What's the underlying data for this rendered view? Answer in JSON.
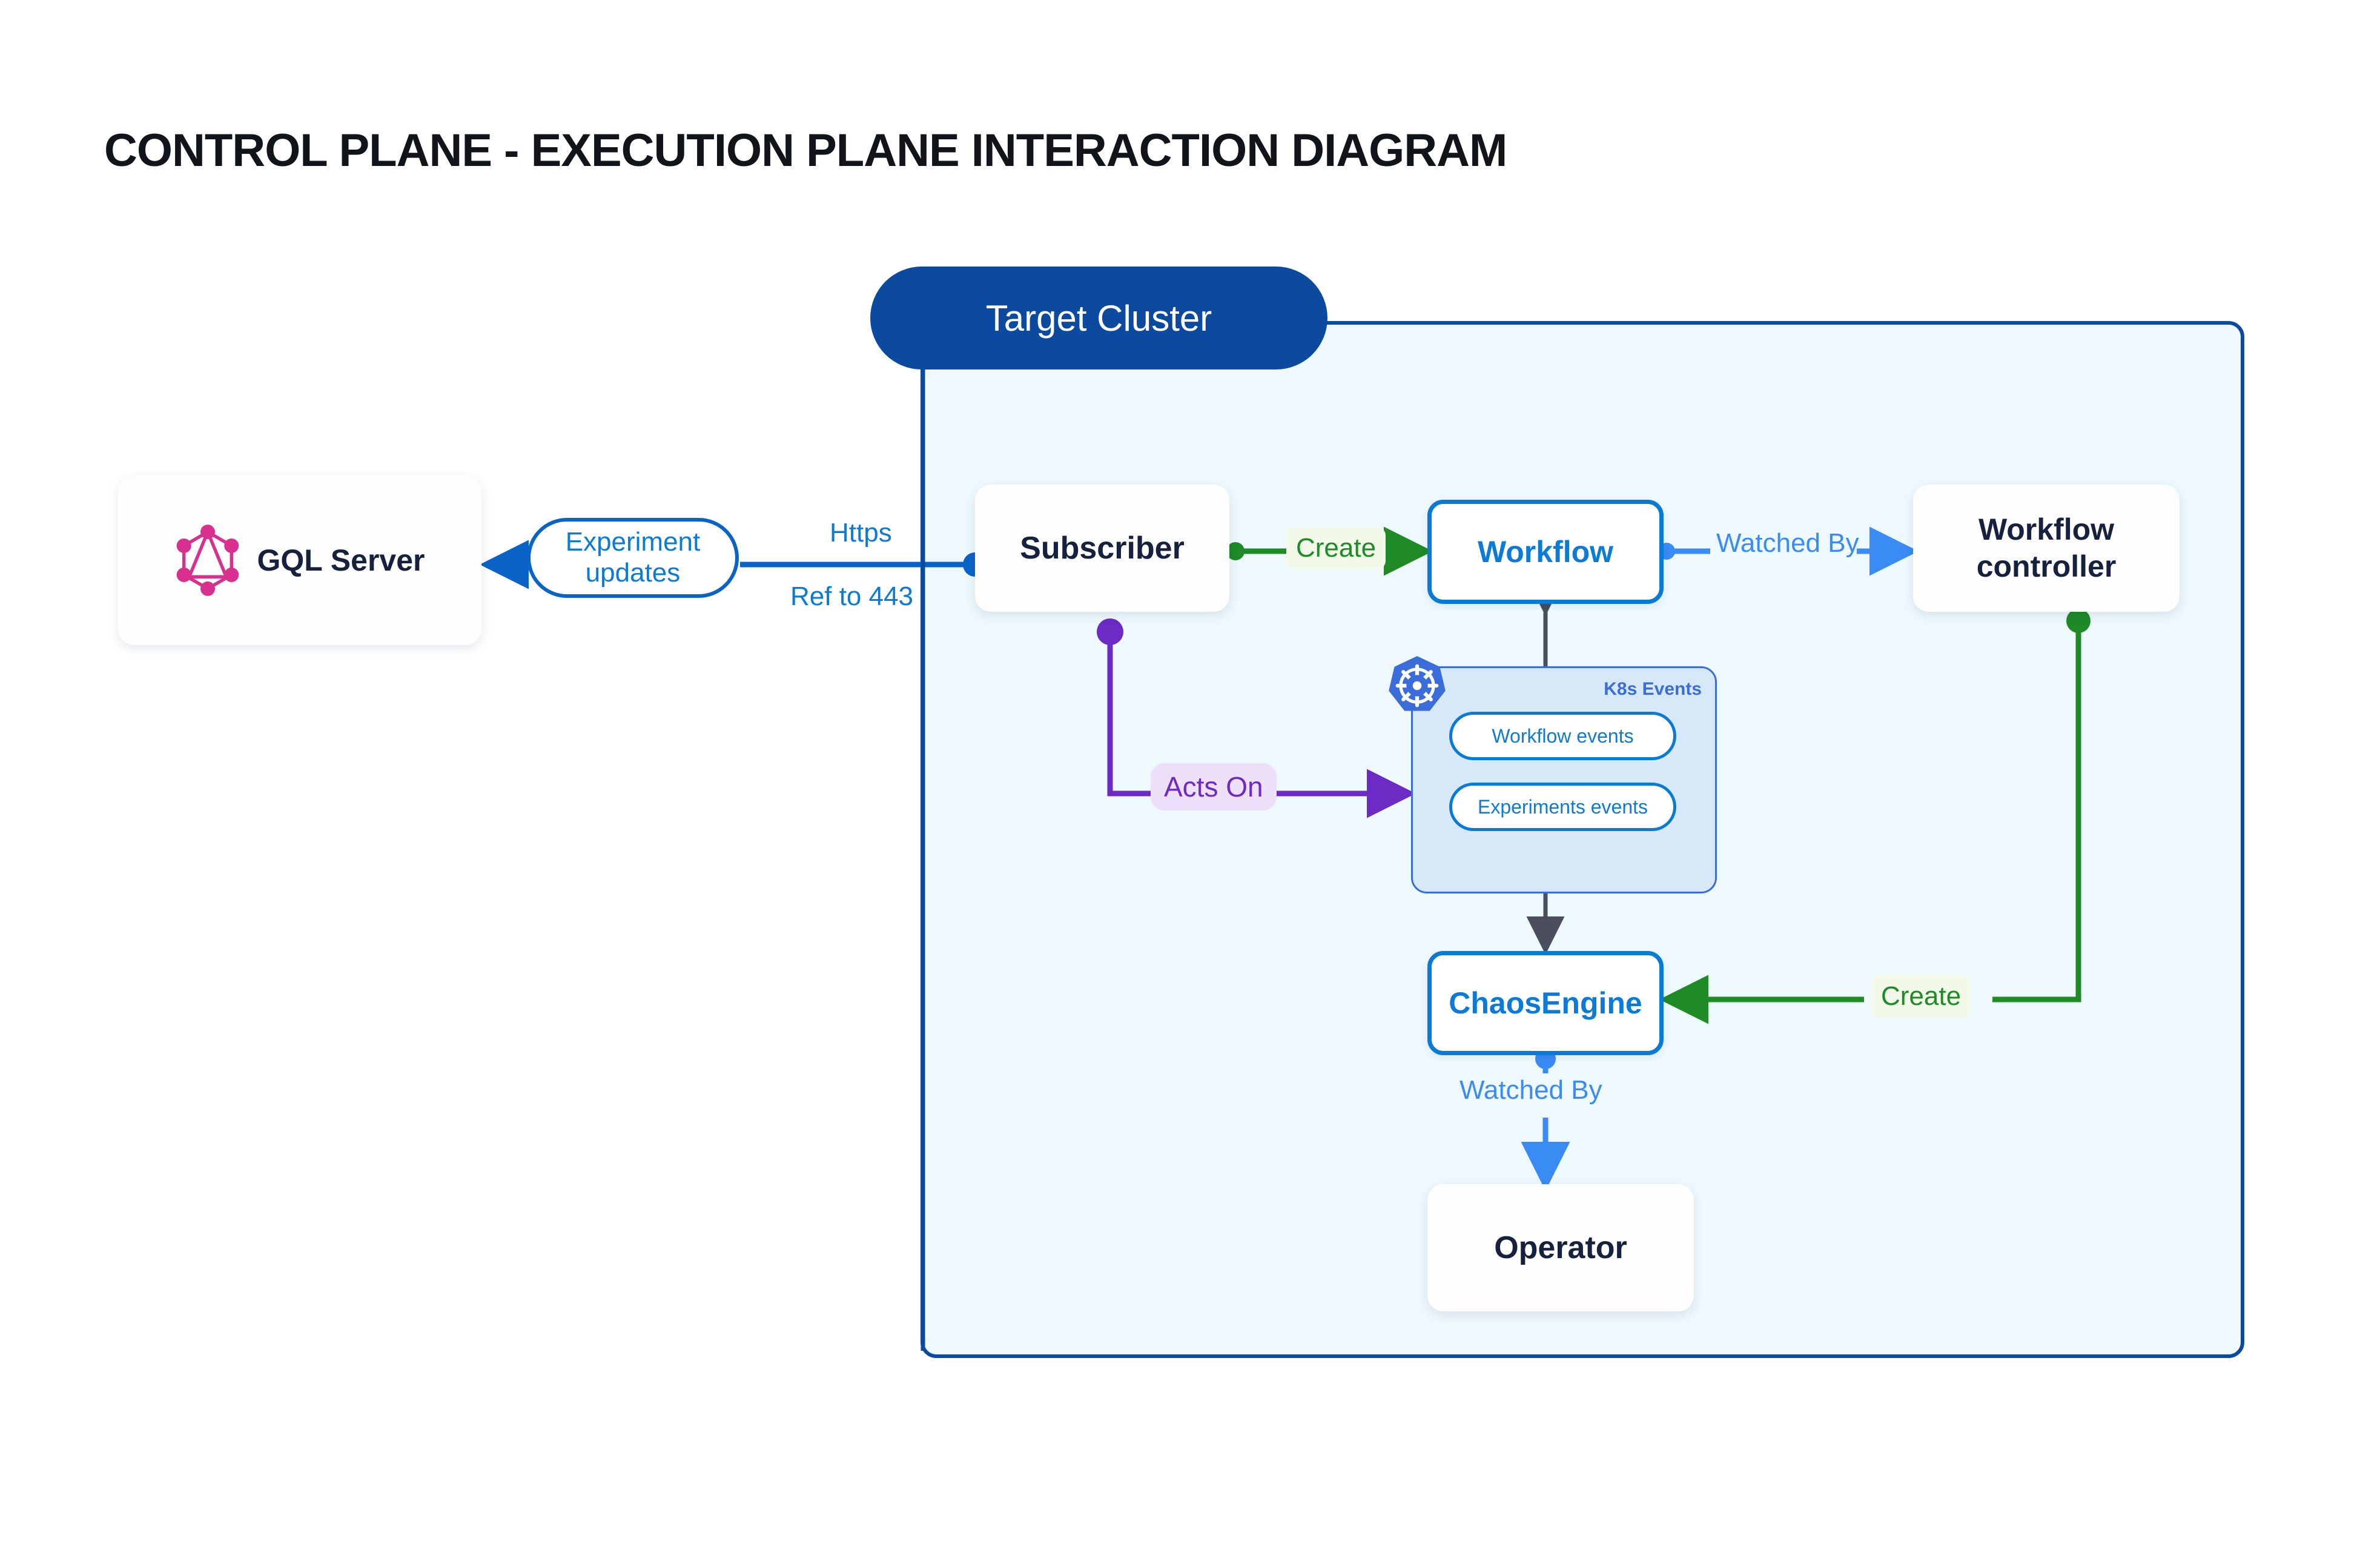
{
  "title": "CONTROL PLANE - EXECUTION PLANE INTERACTION DIAGRAM",
  "cluster": {
    "label": "Target Cluster"
  },
  "nodes": {
    "gql_server": {
      "label": "GQL Server",
      "icon": "graphql-logo"
    },
    "subscriber": {
      "label": "Subscriber"
    },
    "workflow": {
      "label": "Workflow"
    },
    "wf_controller": {
      "label": "Workflow controller",
      "line1": "Workflow",
      "line2": "controller"
    },
    "chaos_engine": {
      "label": "ChaosEngine"
    },
    "operator": {
      "label": "Operator"
    }
  },
  "k8s_panel": {
    "title": "K8s Events",
    "icon": "kubernetes-logo",
    "items": [
      {
        "label": "Workflow events"
      },
      {
        "label": "Experiments events"
      }
    ]
  },
  "edges": {
    "experiment_updates": {
      "label_line1": "Experiment",
      "label_line2": "updates"
    },
    "https": {
      "label": "Https"
    },
    "ref_to_443": {
      "label": "Ref to 443"
    },
    "create_workflow": {
      "label": "Create"
    },
    "watched_by_workflow": {
      "label": "Watched By"
    },
    "acts_on": {
      "label": "Acts On"
    },
    "create_chaosengine": {
      "label": "Create"
    },
    "watched_by_operator": {
      "label": "Watched By"
    }
  },
  "colors": {
    "title_text": "#111418",
    "cluster_fill": "#EDF9FD",
    "cluster_border": "#0B4A9E",
    "cluster_pill": "#0B4A9E",
    "node_text": "#16213E",
    "accent_blue": "#0C7BD8",
    "light_blue": "#3B8BF5",
    "green": "#1E8B27",
    "purple": "#6B2BC4",
    "graphql_pink": "#D8308F",
    "k8s_blue": "#3A6DD9",
    "k8s_panel_fill": "#D7E9F9",
    "gray_arrow": "#4B4E5C"
  }
}
